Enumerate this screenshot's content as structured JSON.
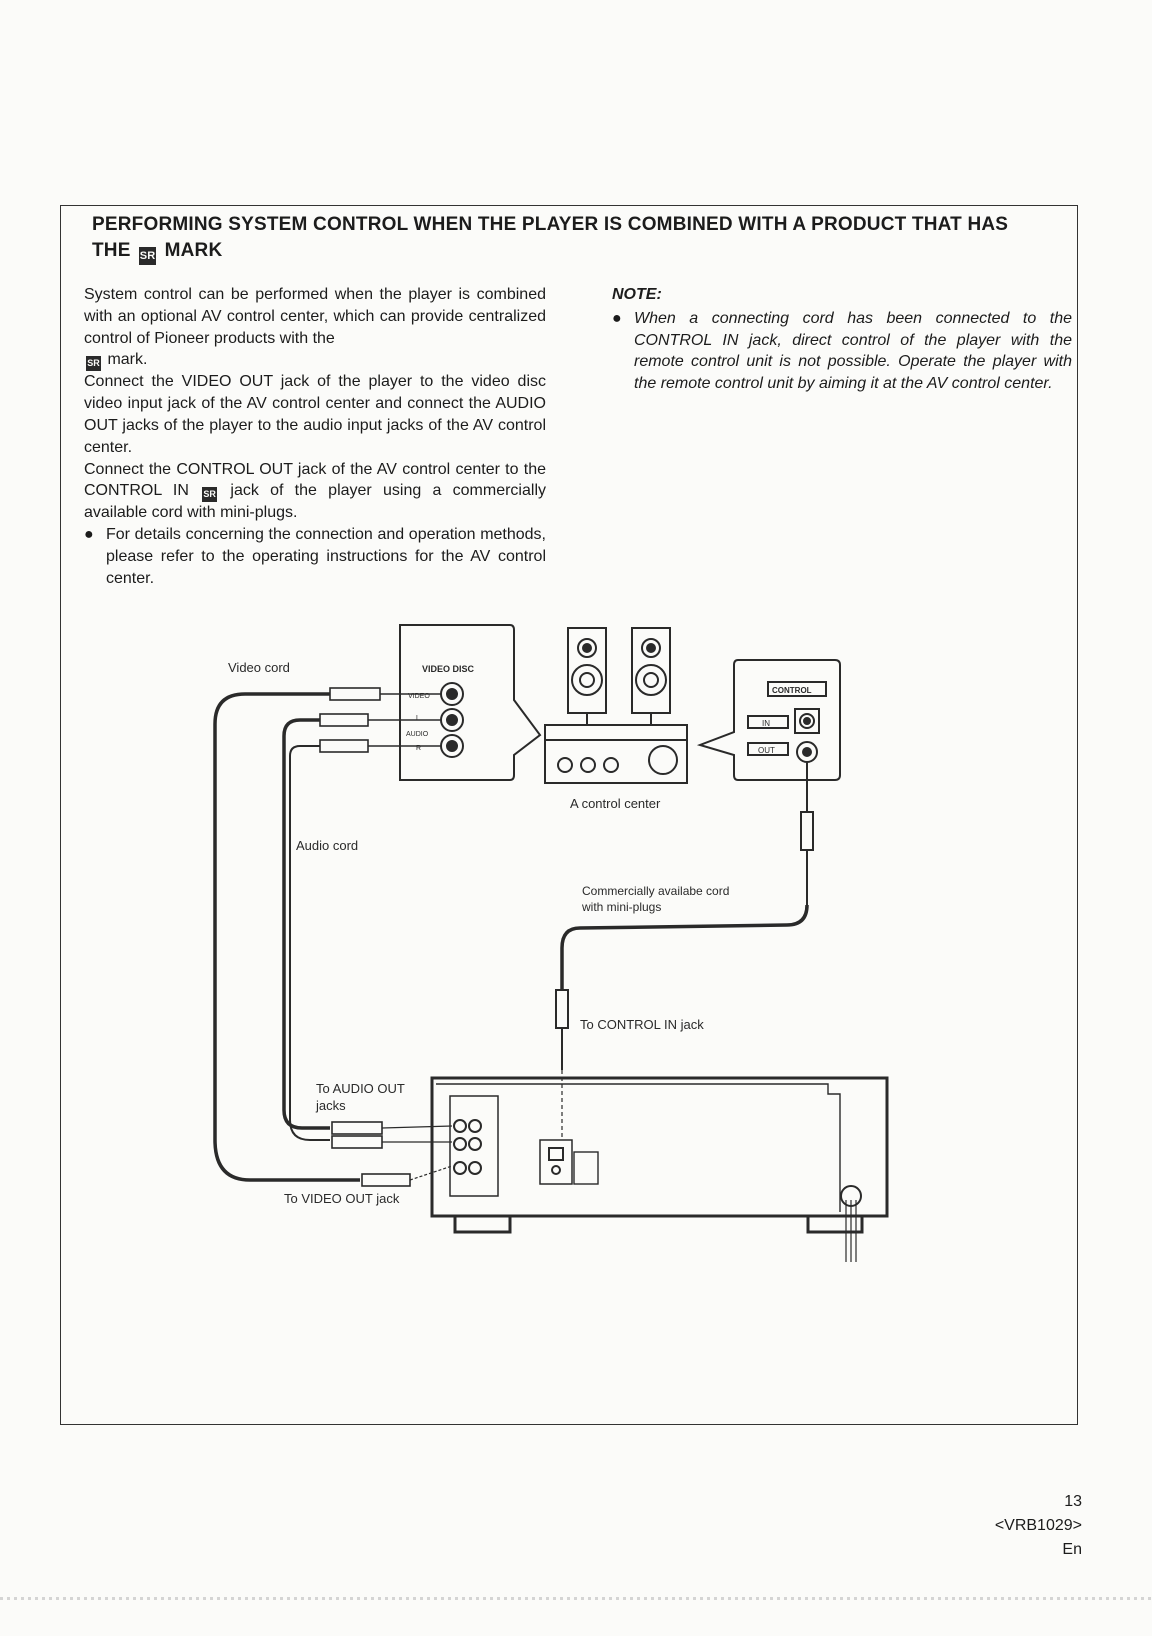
{
  "heading": {
    "line1": "PERFORMING SYSTEM CONTROL WHEN THE PLAYER IS COMBINED WITH A PRODUCT THAT HAS",
    "line2_before": "THE",
    "line2_after": "MARK",
    "mark_symbol": "SR"
  },
  "body": {
    "p1_part1": "System control can be performed when the player is combined with an optional AV control center, which can provide centralized control of Pioneer products with the",
    "p1_part2": "mark.",
    "p2": "Connect the VIDEO OUT jack of the player to the video disc video input jack of the AV control center and connect the AUDIO OUT jacks of the player to the audio input jacks of the AV control center.",
    "p3_part1": "Connect the CONTROL OUT jack of the AV control center to the CONTROL IN",
    "p3_part2": "jack of the player using a commercially available cord with mini-plugs.",
    "bullet": "For details concerning the connection and operation methods, please refer to the operating instructions for the AV control center."
  },
  "note": {
    "label": "NOTE:",
    "text": "When a connecting cord has been connected to the CONTROL IN jack, direct control of the player with the remote control unit is not possible. Operate the player with the remote control unit by aiming it at the AV control center."
  },
  "diagram": {
    "video_cord": "Video cord",
    "video_disc": "VIDEO DISC",
    "video": "VIDEO",
    "audio": "AUDIO",
    "l": "L",
    "r": "R",
    "control": "CONTROL",
    "in": "IN",
    "out": "OUT",
    "control_center": "A control center",
    "audio_cord": "Audio cord",
    "comm_cord_1": "Commercially availabe cord",
    "comm_cord_2": "with mini-plugs",
    "to_control_in": "To CONTROL IN jack",
    "to_audio_out_1": "To AUDIO OUT",
    "to_audio_out_2": "jacks",
    "to_video_out": "To VIDEO OUT jack"
  },
  "footer": {
    "page_number": "13",
    "doc_code": "<VRB1029>",
    "lang": "En"
  }
}
